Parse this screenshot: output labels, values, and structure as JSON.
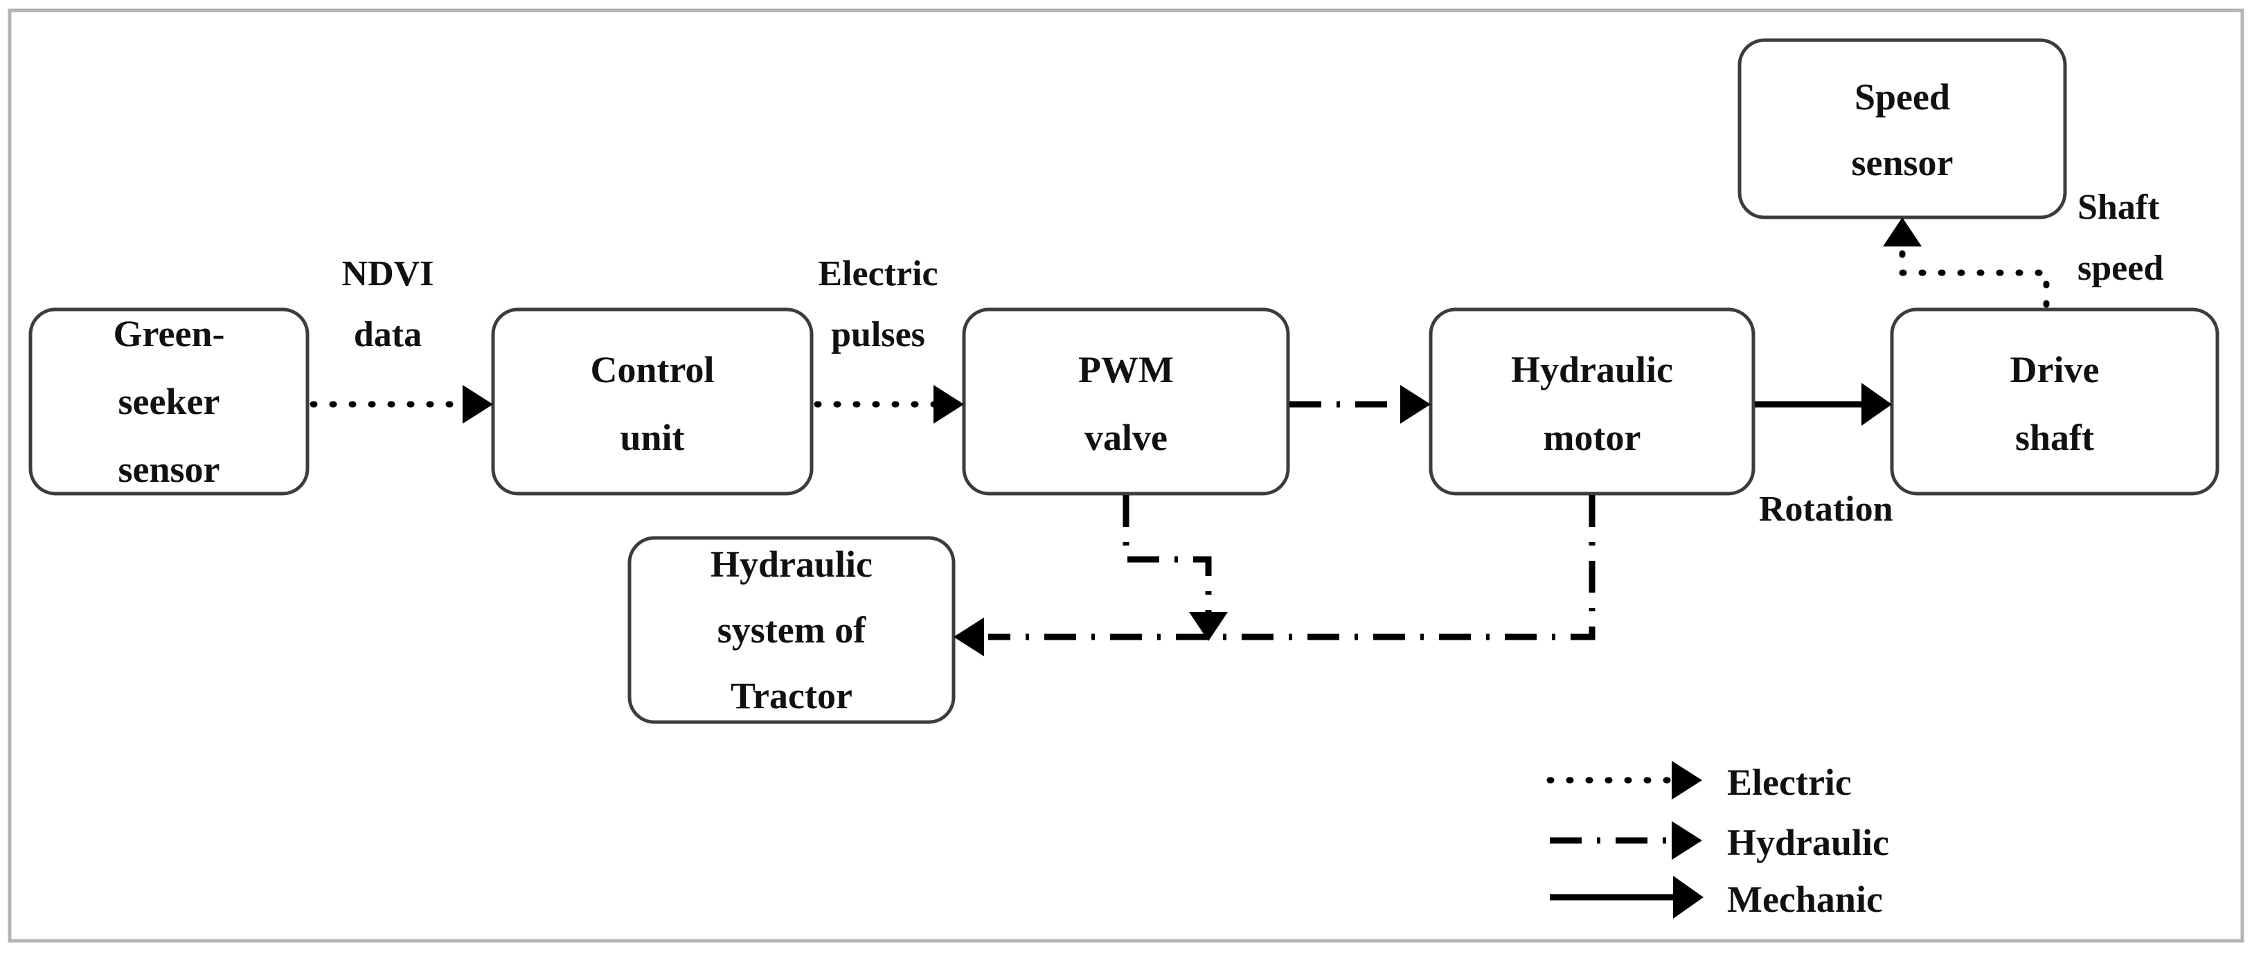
{
  "diagram": {
    "title": "Greenseeker-based variable rate control block diagram",
    "frame": {
      "visible": true,
      "color": "#b4b4b4"
    },
    "nodes": [
      {
        "id": "greenseeker",
        "lines": [
          "Green-",
          "seeker",
          "sensor"
        ]
      },
      {
        "id": "control_unit",
        "lines": [
          "Control",
          "unit"
        ]
      },
      {
        "id": "pwm_valve",
        "lines": [
          "PWM",
          "valve"
        ]
      },
      {
        "id": "hydraulic_motor",
        "lines": [
          "Hydraulic",
          "motor"
        ]
      },
      {
        "id": "drive_shaft",
        "lines": [
          "Drive",
          "shaft"
        ]
      },
      {
        "id": "speed_sensor",
        "lines": [
          "Speed",
          "sensor"
        ]
      },
      {
        "id": "hydraulic_system",
        "lines": [
          "Hydraulic",
          "system of",
          "Tractor"
        ]
      }
    ],
    "edges": [
      {
        "id": "ndvi",
        "from": "greenseeker",
        "to": "control_unit",
        "type": "electric",
        "label_lines": [
          "NDVI",
          "data"
        ]
      },
      {
        "id": "pulses",
        "from": "control_unit",
        "to": "pwm_valve",
        "type": "electric",
        "label_lines": [
          "Electric",
          "pulses"
        ]
      },
      {
        "id": "oil_flow",
        "from": "pwm_valve",
        "to": "hydraulic_motor",
        "type": "hydraulic",
        "label_lines": []
      },
      {
        "id": "rotation",
        "from": "hydraulic_motor",
        "to": "drive_shaft",
        "type": "mechanic",
        "label_lines": [
          "Rotation"
        ]
      },
      {
        "id": "shaft_speed",
        "from": "drive_shaft",
        "to": "speed_sensor",
        "type": "electric",
        "label_lines": [
          "Shaft",
          "speed"
        ]
      },
      {
        "id": "pwm_return",
        "from": "pwm_valve",
        "to": "hydraulic_system",
        "type": "hydraulic",
        "label_lines": []
      },
      {
        "id": "motor_return",
        "from": "hydraulic_motor",
        "to": "hydraulic_system",
        "type": "hydraulic",
        "label_lines": []
      }
    ],
    "legend": {
      "items": [
        {
          "id": "electric",
          "label": "Electric",
          "style": "dotted-arrow"
        },
        {
          "id": "hydraulic",
          "label": "Hydraulic",
          "style": "dash-dot-arrow"
        },
        {
          "id": "mechanic",
          "label": "Mechanic",
          "style": "solid-arrow"
        }
      ]
    },
    "labels": {
      "ndvi_l1": "NDVI",
      "ndvi_l2": "data",
      "pulses_l1": "Electric",
      "pulses_l2": "pulses",
      "shaft_l1": "Shaft",
      "shaft_l2": "speed",
      "rotation": "Rotation"
    },
    "node_text": {
      "greenseeker_l1": "Green-",
      "greenseeker_l2": "seeker",
      "greenseeker_l3": "sensor",
      "control_l1": "Control",
      "control_l2": "unit",
      "pwm_l1": "PWM",
      "pwm_l2": "valve",
      "motor_l1": "Hydraulic",
      "motor_l2": "motor",
      "shaft_l1": "Drive",
      "shaft_l2": "shaft",
      "speed_l1": "Speed",
      "speed_l2": "sensor",
      "tractor_l1": "Hydraulic",
      "tractor_l2": "system of",
      "tractor_l3": "Tractor"
    },
    "legend_text": {
      "electric": "Electric",
      "hydraulic": "Hydraulic",
      "mechanic": "Mechanic"
    }
  }
}
